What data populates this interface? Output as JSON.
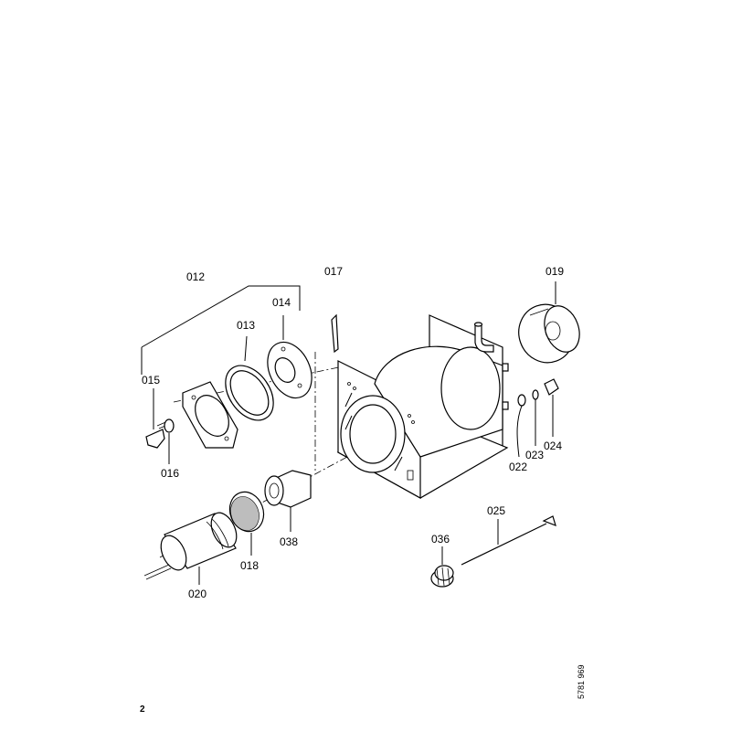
{
  "labels": {
    "p012": "012",
    "p013": "013",
    "p014": "014",
    "p015": "015",
    "p016": "016",
    "p017": "017",
    "p018": "018",
    "p019": "019",
    "p020": "020",
    "p022": "022",
    "p023": "023",
    "p024": "024",
    "p025": "025",
    "p036": "036",
    "p038": "038"
  },
  "page_number": "2",
  "doc_number": "5781 969"
}
